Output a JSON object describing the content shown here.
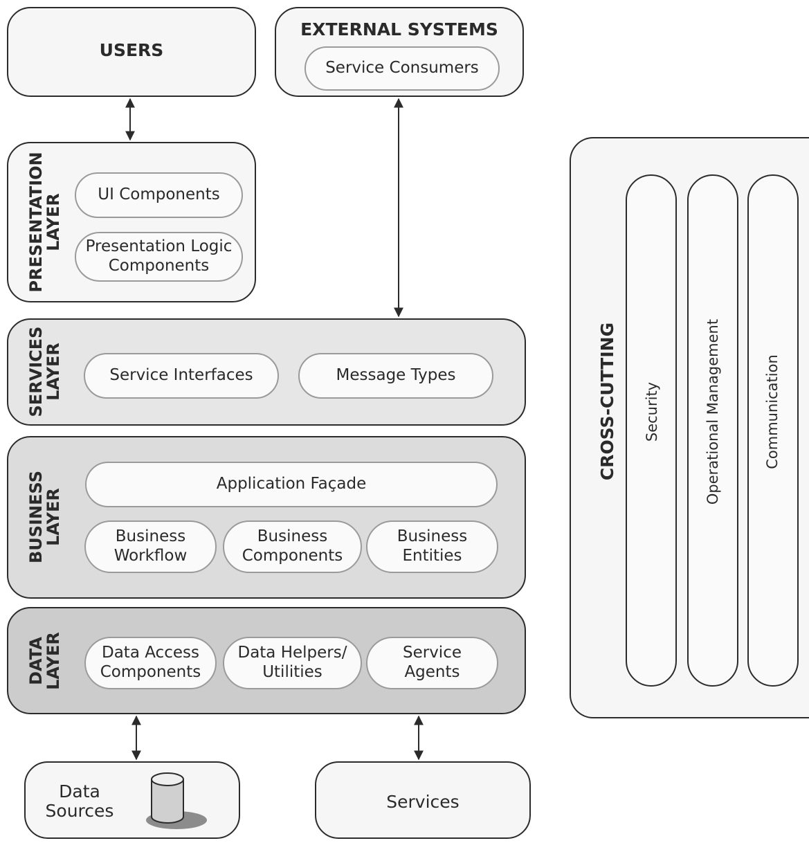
{
  "users": {
    "title": "USERS"
  },
  "external_systems": {
    "title": "EXTERNAL SYSTEMS",
    "consumers": "Service Consumers"
  },
  "presentation_layer": {
    "label": "PRESENTATION\nLAYER",
    "components": [
      "UI Components",
      "Presentation Logic\nComponents"
    ]
  },
  "services_layer": {
    "label": "SERVICES\nLAYER",
    "components": [
      "Service Interfaces",
      "Message Types"
    ]
  },
  "business_layer": {
    "label": "BUSINESS\nLAYER",
    "facade": "Application Façade",
    "components": [
      "Business\nWorkflow",
      "Business\nComponents",
      "Business\nEntities"
    ]
  },
  "data_layer": {
    "label": "DATA\nLAYER",
    "components": [
      "Data Access\nComponents",
      "Data Helpers/\nUtilities",
      "Service\nAgents"
    ]
  },
  "data_sources": {
    "label": "Data\nSources",
    "icon": "database-cylinder-icon"
  },
  "services": {
    "label": "Services"
  },
  "cross_cutting": {
    "title": "CROSS-CUTTING",
    "concerns": [
      "Security",
      "Operational Management",
      "Communication"
    ]
  },
  "colors": {
    "layer_light": "#f6f6f6",
    "layer_services": "#e6e6e6",
    "layer_business": "#dcdcdc",
    "layer_data": "#cccccc",
    "border": "#2b2b2b"
  }
}
